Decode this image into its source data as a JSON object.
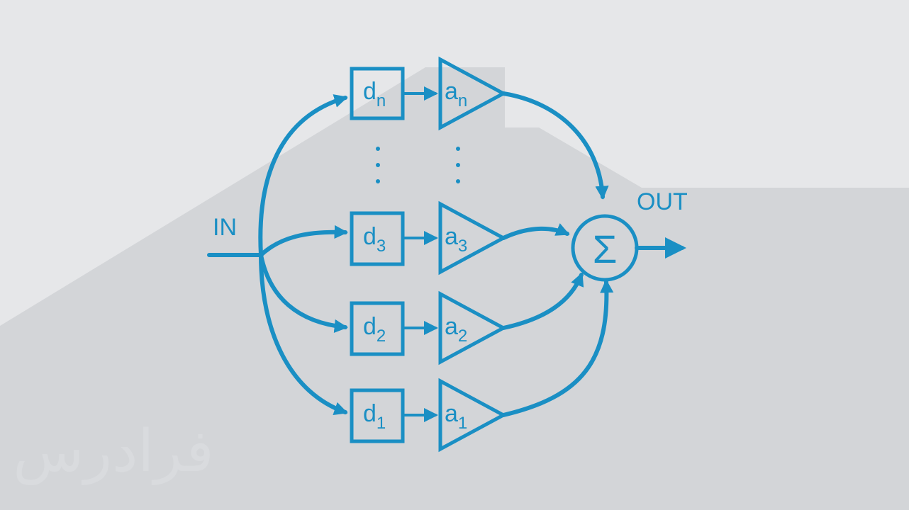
{
  "colors": {
    "background": "#e6e7e9",
    "shadow": "#d3d5d8",
    "accent": "#1a8fc4"
  },
  "diagram": {
    "input_label": "IN",
    "output_label": "OUT",
    "sum_symbol": "Σ",
    "branches": [
      {
        "delay": "d",
        "delay_sub": "n",
        "gain": "a",
        "gain_sub": "n"
      },
      {
        "delay": "d",
        "delay_sub": "3",
        "gain": "a",
        "gain_sub": "3"
      },
      {
        "delay": "d",
        "delay_sub": "2",
        "gain": "a",
        "gain_sub": "2"
      },
      {
        "delay": "d",
        "delay_sub": "1",
        "gain": "a",
        "gain_sub": "1"
      }
    ],
    "ellipsis_icon": "vertical-ellipsis-icon"
  },
  "watermark": {
    "text": "فرادرس"
  }
}
